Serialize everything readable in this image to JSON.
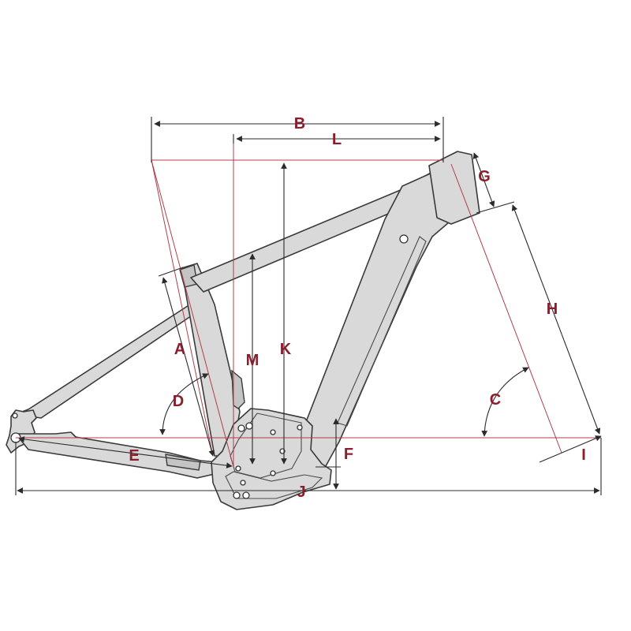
{
  "labels": {
    "A": "A",
    "B": "B",
    "C": "C",
    "D": "D",
    "E": "E",
    "F": "F",
    "G": "G",
    "H": "H",
    "I": "I",
    "J": "J",
    "K": "K",
    "L": "L",
    "M": "M"
  },
  "colors": {
    "label": "#8b1e2d",
    "guide": "#b0404a",
    "frame_fill": "#d9d9d9",
    "frame_stroke": "#3a3a3a"
  }
}
